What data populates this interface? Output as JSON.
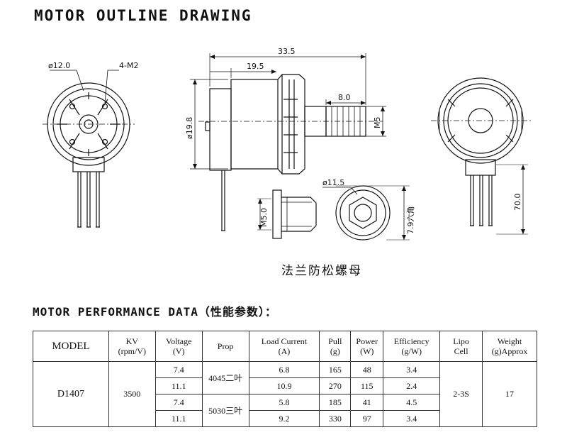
{
  "title": "MOTOR OUTLINE DRAWING",
  "performance_title": "MOTOR PERFORMANCE DATA（性能参数）：",
  "caption": "法兰防松螺母",
  "dimensions": {
    "front_diameter": "ø12.0",
    "mount_holes": "4-M2",
    "overall_length": "33.5",
    "body_length": "19.5",
    "shaft_length": "8.0",
    "body_diameter": "ø19.8",
    "shaft_thread": "M5",
    "nut_diameter": "ø11.5",
    "nut_thread": "M5.0",
    "nut_hex": "7.9六角",
    "lead_length": "70.0"
  },
  "table": {
    "headers": {
      "model": "MODEL",
      "kv": "KV",
      "kv_unit": "(rpm/V)",
      "voltage": "Voltage",
      "voltage_unit": "(V)",
      "prop": "Prop",
      "current": "Load Current",
      "current_unit": "(A)",
      "pull": "Pull",
      "pull_unit": "(g)",
      "power": "Power",
      "power_unit": "(W)",
      "efficiency": "Efficiency",
      "efficiency_unit": "(g/W)",
      "lipo": "Lipo",
      "lipo_unit": "Cell",
      "weight": "Weight",
      "weight_unit": "(g)Approx"
    },
    "model": "D1407",
    "kv": "3500",
    "props": [
      "4045二叶",
      "5030三叶"
    ],
    "lipo": "2-3S",
    "weight": "17",
    "rows": [
      {
        "voltage": "7.4",
        "current": "6.8",
        "pull": "165",
        "power": "48",
        "efficiency": "3.4"
      },
      {
        "voltage": "11.1",
        "current": "10.9",
        "pull": "270",
        "power": "115",
        "efficiency": "2.4"
      },
      {
        "voltage": "7.4",
        "current": "5.8",
        "pull": "185",
        "power": "41",
        "efficiency": "4.5"
      },
      {
        "voltage": "11.1",
        "current": "9.2",
        "pull": "330",
        "power": "97",
        "efficiency": "3.4"
      }
    ]
  }
}
